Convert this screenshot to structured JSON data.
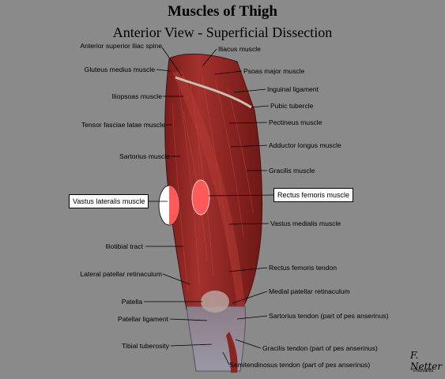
{
  "title": "Muscles of Thigh",
  "subtitle": "Anterior View - Superficial Dissection",
  "highlight_color": "#ff5a5a",
  "labels_left": [
    "Anterior superior iliac spine",
    "Gluteus medius muscle",
    "Iliopsoas muscle",
    "Tensor fasciae latae muscle",
    "Sartorius muscle",
    "Iliotibial tract",
    "Lateral patellar retinaculum",
    "Patella",
    "Patellar ligament",
    "Tibial tuberosity"
  ],
  "labels_right": [
    "Iliacus muscle",
    "Psoas major muscle",
    "Inguinal ligament",
    "Pubic tubercle",
    "Pectineus muscle",
    "Adductor longus muscle",
    "Gracilis muscle",
    "Vastus medialis muscle",
    "Rectus femoris tendon",
    "Medial patellar retinaculum",
    "Sartorius tendon (part of pes anserinus)",
    "Gracilis tendon (part of pes anserinus)",
    "Semitendinosus tendon (part of pes anserinus)"
  ],
  "highlighted": {
    "left": "Vastus lateralis muscle",
    "right": "Rectus femoris muscle"
  },
  "signature": {
    "name": "F. Netter",
    "credit": "©Novartis"
  }
}
